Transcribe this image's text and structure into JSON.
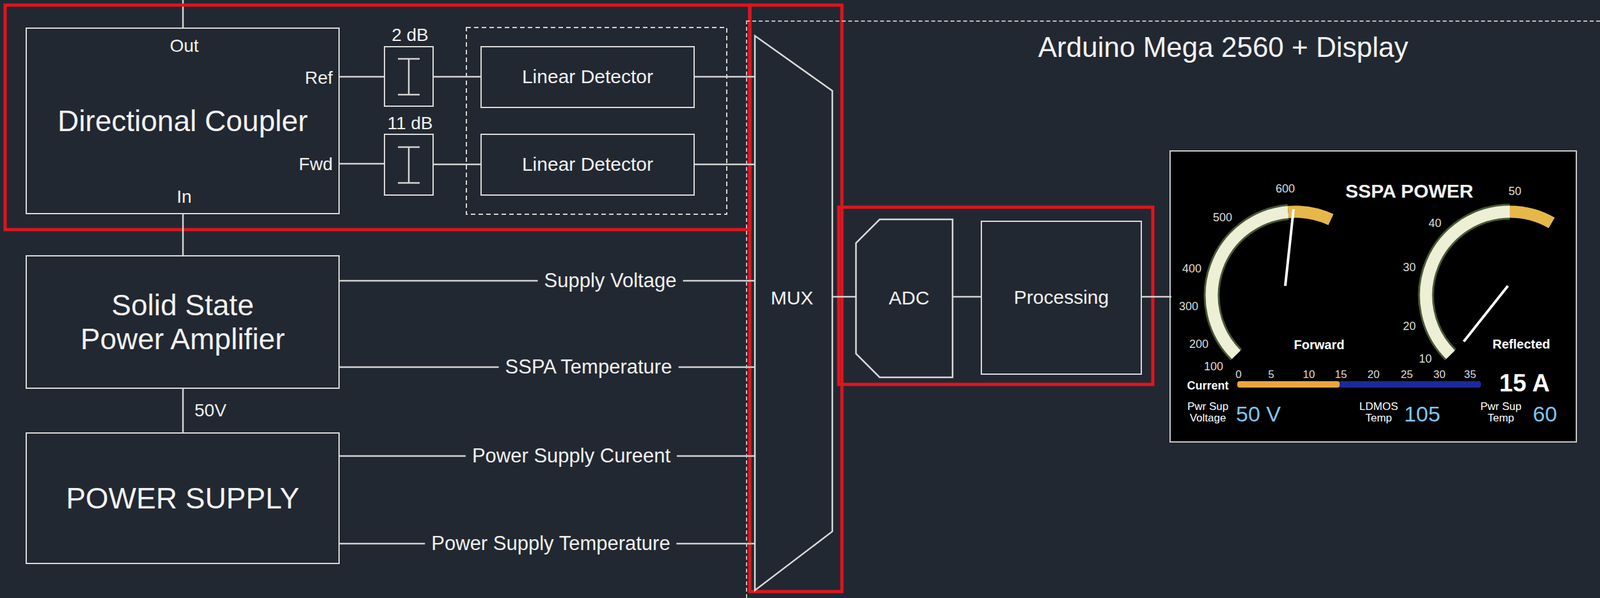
{
  "diagram": {
    "nodes": [
      {
        "text": [
          "Directional Coupler"
        ]
      },
      {
        "text": [
          "2 dB"
        ]
      },
      {
        "text": [
          "11 dB"
        ]
      },
      {
        "text": [
          "Linear Detector"
        ]
      },
      {
        "text": [
          "Linear Detector"
        ]
      },
      {
        "text": [
          "Arduino Mega 2560 + Display"
        ]
      },
      {
        "text": [
          "MUX"
        ],
        "in": 5
      },
      {
        "text": [
          "ADC"
        ],
        "in": 5
      },
      {
        "text": [
          "Processing"
        ],
        "in": 5
      },
      {
        "text": [
          "SSPA POWER"
        ],
        "in": 5
      },
      {
        "text": [
          "Solid State Power Amplifier"
        ]
      },
      {
        "text": [
          "POWER SUPPLY"
        ]
      }
    ],
    "edges": [
      {
        "from": 0,
        "to": 1,
        "arrow": "none"
      },
      {
        "from": 0,
        "to": 2,
        "arrow": "none"
      },
      {
        "from": 1,
        "to": 3,
        "arrow": "none"
      },
      {
        "from": 2,
        "to": 4,
        "arrow": "none"
      },
      {
        "from": 3,
        "to": 6,
        "arrow": "none"
      },
      {
        "from": 4,
        "to": 6,
        "arrow": "none"
      },
      {
        "from": 10,
        "to": 6,
        "label": "Supply Voltage",
        "arrow": "none"
      },
      {
        "from": 10,
        "to": 6,
        "label": "SSPA Temperature",
        "arrow": "none"
      },
      {
        "from": 11,
        "to": 6,
        "label": "Power Supply Cureent",
        "arrow": "none"
      },
      {
        "from": 11,
        "to": 6,
        "label": "Power Supply Temperature",
        "arrow": "none"
      },
      {
        "from": 6,
        "to": 7,
        "arrow": "none"
      },
      {
        "from": 7,
        "to": 8,
        "arrow": "none"
      },
      {
        "from": 8,
        "to": 9,
        "arrow": "none"
      },
      {
        "from": 0,
        "to": 10,
        "arrow": "none"
      },
      {
        "from": 10,
        "to": 11,
        "label": "50V",
        "arrow": "none"
      }
    ],
    "labels": [
      "Out",
      "Ref",
      "Fwd",
      "In",
      "600",
      "500",
      "400",
      "300",
      "200",
      "100",
      "Forward",
      "50",
      "40",
      "30",
      "20",
      "10",
      "Reflected",
      "Current",
      "0",
      "5",
      "10",
      "15",
      "20",
      "25",
      "30",
      "35",
      "15 A",
      "Pwr Sup Voltage",
      "50 V",
      "LDMOS Temp",
      "105",
      "Pwr Sup Temp",
      "60"
    ]
  }
}
